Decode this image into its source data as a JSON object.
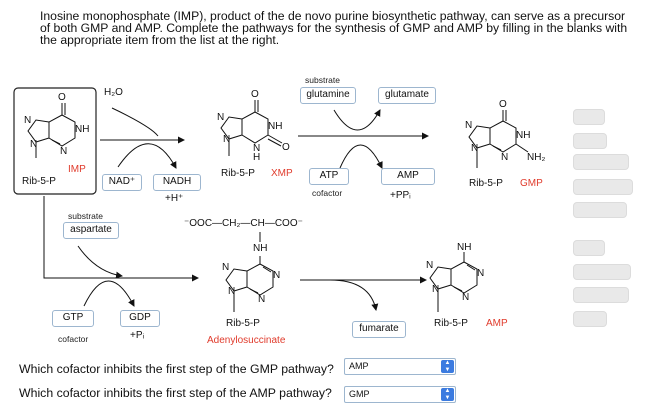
{
  "intro": "Inosine monophosphate (IMP), product of the de novo purine biosynthetic pathway, can serve as a precursor of both GMP and AMP. Complete the pathways for the synthesis of GMP and AMP by filling in the blanks with the appropriate item from the list at the right.",
  "reagents": {
    "water": "H₂O",
    "nad": "NAD⁺",
    "nadh": "NADH",
    "h_plus": "+H⁺",
    "substrate_label_top": "substrate",
    "glutamine": "glutamine",
    "glutamate": "glutamate",
    "atp": "ATP",
    "cofactor_label_top": "cofactor",
    "amp_box": "AMP",
    "ppi": "+PPᵢ",
    "substrate_label_left": "substrate",
    "aspartate": "aspartate",
    "gtp": "GTP",
    "cofactor_label_bottom": "cofactor",
    "gdp": "GDP",
    "pi": "+Pᵢ",
    "fumarate": "fumarate"
  },
  "molecules": {
    "imp": {
      "name": "IMP",
      "sugar": "Rib-5-P"
    },
    "xmp": {
      "name": "XMP",
      "sugar": "Rib-5-P"
    },
    "gmp": {
      "name": "GMP",
      "sugar": "Rib-5-P"
    },
    "adenylosuccinate": {
      "name": "Adenylosuccinate",
      "sugar": "Rib-5-P",
      "side_chain": "⁻OOC—CH₂—CH—COO⁻",
      "nh": "NH"
    },
    "amp": {
      "name": "AMP",
      "sugar": "Rib-5-P"
    },
    "atoms": {
      "o": "O",
      "n": "N",
      "nh": "NH",
      "h": "H",
      "nh2": "NH₂"
    }
  },
  "questions": [
    {
      "text": "Which cofactor inhibits the first step of the GMP pathway?",
      "selected": "AMP"
    },
    {
      "text": "Which cofactor inhibits the first step of the AMP pathway?",
      "selected": "GMP"
    }
  ],
  "colors": {
    "accent_red": "#e03b2c",
    "box_border": "#9db6cf",
    "select_button": "#3b7be0",
    "slot_bg": "#e9e9e9"
  }
}
